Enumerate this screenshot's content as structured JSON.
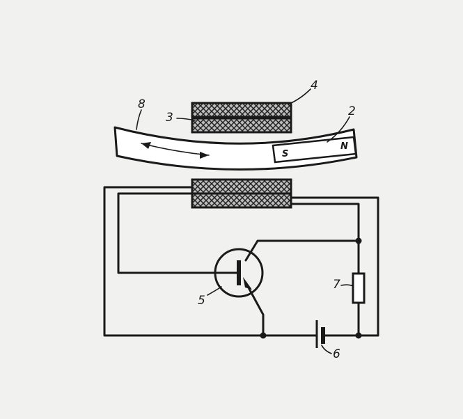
{
  "labels": {
    "bar": "8",
    "coil": "3",
    "housing": "4",
    "magnet": "2",
    "transistor": "5",
    "resistor": "7",
    "battery": "6"
  },
  "magnet": {
    "south": "S",
    "north": "N"
  },
  "colors": {
    "ink": "#1a1a1a",
    "paper": "#f1f1ef",
    "coil_bg": "#bdbdbd"
  }
}
